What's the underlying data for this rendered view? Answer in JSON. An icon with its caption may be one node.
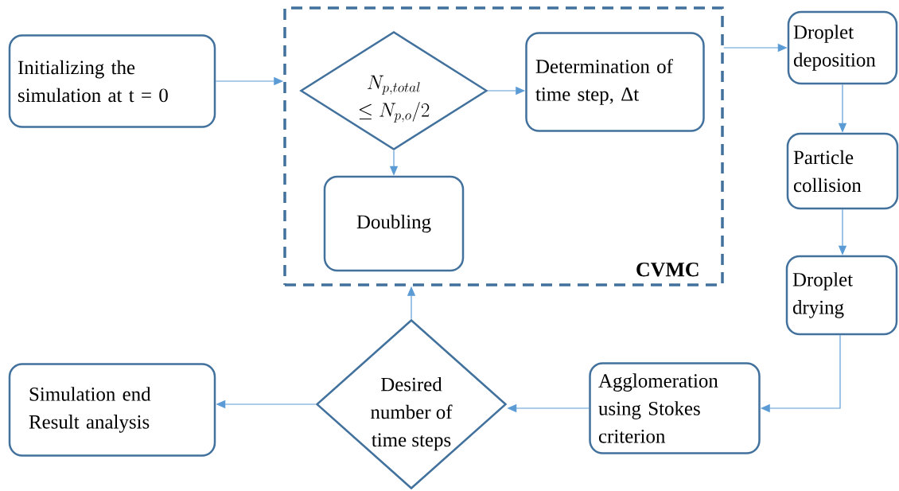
{
  "diagram": {
    "nodes": [
      {
        "text": [
          "Initializing  the simulation at t = 0"
        ]
      },
      {
        "text": [
          "CVMC"
        ]
      },
      {
        "text": [
          "\\begin{array}{c}N_{p,total}\\\\ \\le N_{p,o}/2\\end{array}"
        ],
        "in": 1
      },
      {
        "text": [
          "Determination of time step, Δt"
        ],
        "in": 1
      },
      {
        "text": [
          "Doubling"
        ],
        "in": 1
      },
      {
        "text": [
          "Droplet deposition"
        ]
      },
      {
        "text": [
          "Particle collision"
        ]
      },
      {
        "text": [
          "Droplet drying"
        ]
      },
      {
        "text": [
          "Agglomeration using Stokes criterion"
        ]
      },
      {
        "text": [
          "Desired number of time steps"
        ]
      },
      {
        "text": [
          "Simulation end Result analysis"
        ]
      }
    ],
    "edges": [
      {
        "from": 0,
        "to": 1,
        "arrow": "to"
      },
      {
        "from": 2,
        "to": 3,
        "arrow": "to"
      },
      {
        "from": 2,
        "to": 4,
        "arrow": "to"
      },
      {
        "from": 1,
        "to": 5,
        "arrow": "to"
      },
      {
        "from": 5,
        "to": 6,
        "arrow": "to"
      },
      {
        "from": 6,
        "to": 7,
        "arrow": "to"
      },
      {
        "from": 7,
        "to": 8,
        "arrow": "to"
      },
      {
        "from": 8,
        "to": 9,
        "arrow": "to"
      },
      {
        "from": 9,
        "to": 1,
        "arrow": "to"
      },
      {
        "from": 9,
        "to": 10,
        "arrow": "to"
      }
    ]
  }
}
